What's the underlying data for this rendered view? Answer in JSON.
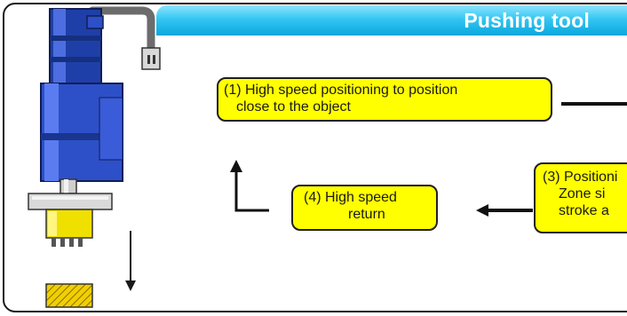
{
  "title": "Pushing tool",
  "steps": {
    "step1": {
      "line1": "(1) High speed positioning to position",
      "line2": "close to the object"
    },
    "step3": {
      "line1": "(3) Positioni",
      "line2": "Zone si",
      "line3": "stroke a"
    },
    "step4": {
      "line1": "(4) High speed",
      "line2": "return"
    }
  },
  "colors": {
    "title_bar": "#1aaee6",
    "note_fill": "#ffff00",
    "actuator_blue": "#2d50c8",
    "tool_yellow": "#f0e000"
  }
}
